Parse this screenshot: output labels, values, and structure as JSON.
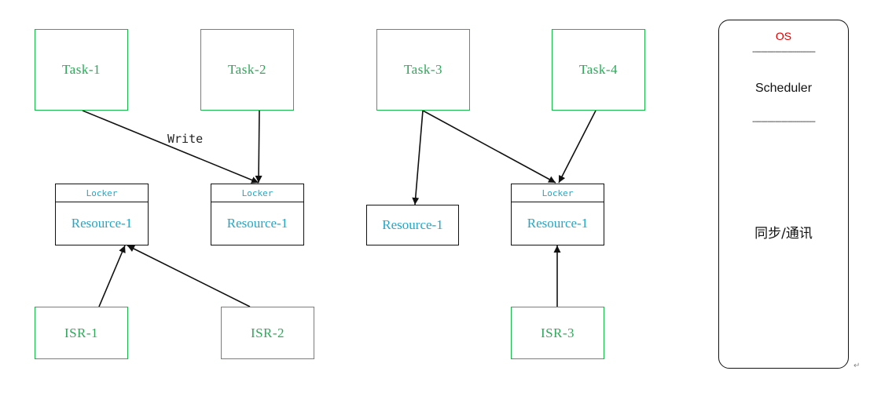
{
  "colors": {
    "task": "#19b84a",
    "resource": "#23a7c7",
    "os_title": "#e00000",
    "line": "#111111"
  },
  "tasks": [
    "Task-1",
    "Task-2",
    "Task-3",
    "Task-4"
  ],
  "isrs": [
    "ISR-1",
    "ISR-2",
    "ISR-3"
  ],
  "resources": {
    "r1": {
      "locker": "Locker",
      "name": "Resource-1"
    },
    "r2": {
      "locker": "Locker",
      "name": "Resource-1"
    },
    "r3": {
      "name": "Resource-1"
    },
    "r4": {
      "locker": "Locker",
      "name": "Resource-1"
    }
  },
  "edge_label": "Write",
  "os": {
    "title": "OS",
    "dashes": "------------------------------",
    "scheduler": "Scheduler",
    "sync": "同步/通讯"
  },
  "return_mark": "↵"
}
